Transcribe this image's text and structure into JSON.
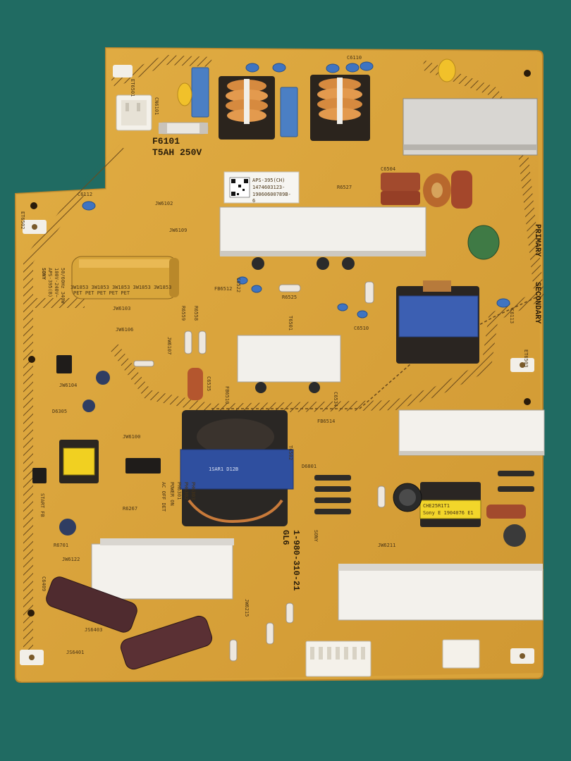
{
  "board": {
    "fuse_ref": "F6101",
    "fuse_rating": "T5AH 250V",
    "primary_label": "PRIMARY",
    "secondary_label": "SECONDARY",
    "sticker_model": "APS-395(CH)",
    "sticker_serial": "1474603123-",
    "sticker_code": "19060600789B-",
    "sticker_suffix": "6",
    "part_number": "1-980-310-21",
    "variant": "GL6",
    "brand": "SONY",
    "rating_block": [
      "SONY",
      "APS-395(B)",
      "100V-240V~",
      "50/60Hz 340W"
    ],
    "warning_strip": "3W1853 3W1853 3W1853 3W1853 3W1853",
    "pet_strip": "PET PET PET PET PET",
    "transformer_marking": "1SAR1 D12B",
    "small_transformer_marking": "CHE25R1T1",
    "small_transformer_sub": "Sony E 1904076 E1",
    "start_fb": "START FB",
    "power_on": "POWER ON",
    "ac_off_det": "AC OFF DET",
    "refs": {
      "cn6101": "CN6101",
      "et6501": "ET6501",
      "et6502": "ET6502",
      "et6503": "ET6503",
      "jw6102": "JW6102",
      "jw6109": "JW6109",
      "jw6103": "JW6103",
      "jw6104": "JW6104",
      "jw6106": "JW6106",
      "jw6107": "JW6107",
      "jw6100": "JW6100",
      "jw6122": "JW6122",
      "jw6211": "JW6211",
      "jw6215": "JW6215",
      "c6112": "C6112",
      "c6504": "C6504",
      "c6522": "C6522",
      "c6510": "C6510",
      "c6113": "C6113",
      "c6110": "C6110",
      "c6535": "C6535",
      "c6534": "C6534",
      "r6527": "R6527",
      "r6525": "R6525",
      "r6559": "R6559",
      "r6558": "R6558",
      "fb6512": "FB6512",
      "fb6514": "FB6514",
      "fb6510": "FB6510",
      "t6501": "T6501",
      "t6502": "T6502",
      "d6801": "D6801",
      "d6305": "D6305",
      "c6409": "C6409",
      "js6401": "JS6401",
      "js6403": "JS6403",
      "r6267": "R6267",
      "r6701": "R6701",
      "ph6301": "PH6301",
      "ph6302": "PH6302",
      "ph6303": "PH6303"
    }
  }
}
